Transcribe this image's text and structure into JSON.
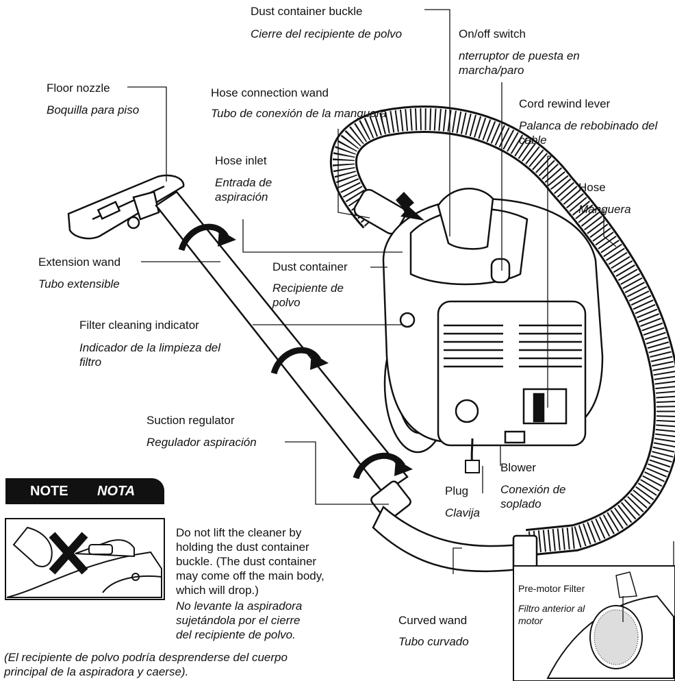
{
  "labels": {
    "dust_container_buckle": {
      "en": "Dust container buckle",
      "es": "Cierre del recipiente de polvo"
    },
    "on_off_switch": {
      "en": "On/off switch",
      "es": "nterruptor de puesta en marcha/paro"
    },
    "floor_nozzle": {
      "en": "Floor nozzle",
      "es": "Boquilla para piso"
    },
    "hose_connection_wand": {
      "en": "Hose connection wand",
      "es": "Tubo de conexión de la manguera"
    },
    "cord_rewind_lever": {
      "en": "Cord rewind lever",
      "es": "Palanca de rebobinado del cable"
    },
    "hose_inlet": {
      "en": "Hose inlet",
      "es": "Entrada de aspiración"
    },
    "hose": {
      "en": "Hose",
      "es": "Manguera"
    },
    "extension_wand": {
      "en": "Extension wand",
      "es": "Tubo extensible"
    },
    "dust_container": {
      "en": "Dust container",
      "es": "Recipiente de polvo"
    },
    "filter_cleaning_indicator": {
      "en": "Filter cleaning indicator",
      "es": "Indicador de la limpieza del filtro"
    },
    "suction_regulator": {
      "en": "Suction regulator",
      "es": "Regulador aspiración"
    },
    "blower": {
      "en": "Blower",
      "es": "Conexión de soplado"
    },
    "plug": {
      "en": "Plug",
      "es": "Clavija"
    },
    "curved_wand": {
      "en": "Curved wand",
      "es": "Tubo curvado"
    },
    "pre_motor_filter": {
      "en": "Pre-motor Filter",
      "es": "Filtro anterior al motor"
    }
  },
  "note": {
    "title_en": "NOTE",
    "title_es": "NOTA",
    "text_en": "Do not lift the cleaner by holding the dust container buckle. (The dust container may come off the main body, which will drop.)",
    "text_es_1": "No levante la aspiradora sujetándola por el cierre del recipiente de polvo.",
    "text_es_2": "(El recipiente de polvo podría desprenderse del cuerpo principal de la aspiradora y caerse)."
  }
}
